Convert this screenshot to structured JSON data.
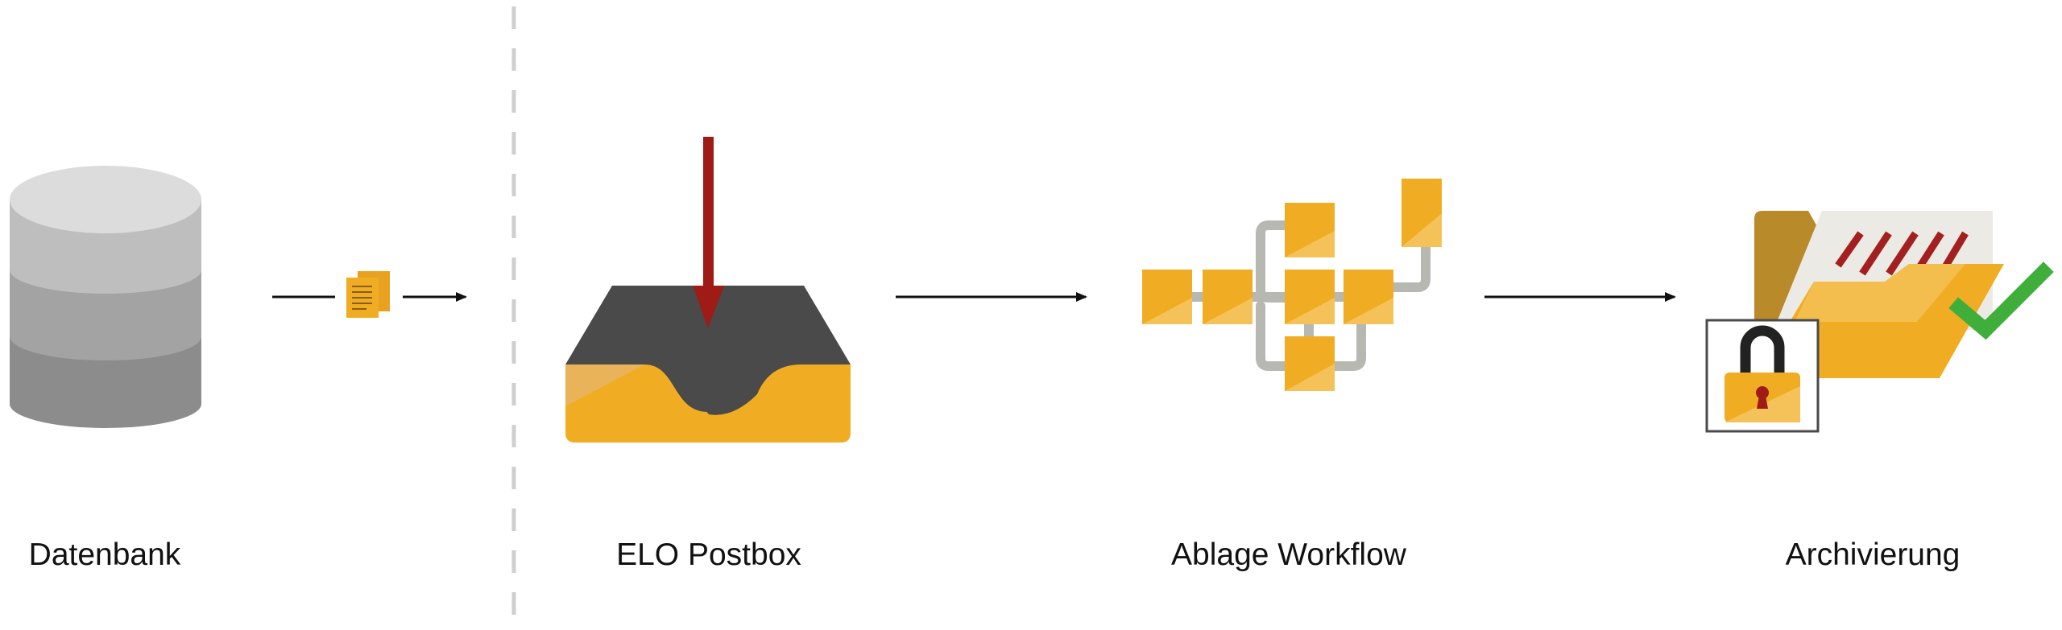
{
  "stages": [
    {
      "label": "Datenbank",
      "icon": "database-icon"
    },
    {
      "label": "ELO Postbox",
      "icon": "inbox-tray-icon"
    },
    {
      "label": "Ablage Workflow",
      "icon": "workflow-icon"
    },
    {
      "label": "Archivierung",
      "icon": "archive-folder-icon"
    }
  ],
  "colors": {
    "accent_yellow": "#F0AD23",
    "accent_yellow_light": "#F5C25A",
    "arrow_red": "#9E1B16",
    "dark_gray": "#4A4A4A",
    "check_green": "#3FAE3A",
    "divider_gray": "#CFCFCF",
    "db_gray_top": "#DCDCDC"
  }
}
